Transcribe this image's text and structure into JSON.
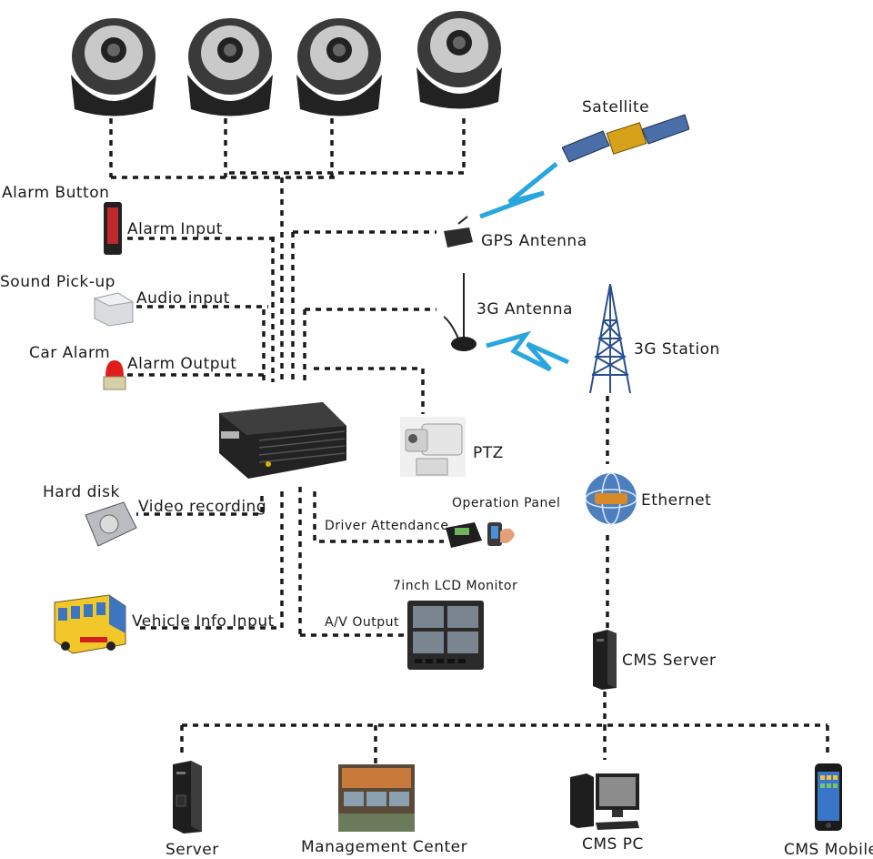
{
  "labels": {
    "satellite": "Satellite",
    "gps_antenna": "GPS Antenna",
    "alarm_button": "Alarm Button",
    "alarm_input": "Alarm Input",
    "sound_pickup": "Sound Pick-up",
    "audio_input": "Audio input",
    "antenna_3g": "3G Antenna",
    "station_3g": "3G Station",
    "car_alarm": "Car Alarm",
    "alarm_output": "Alarm Output",
    "ptz": "PTZ",
    "hard_disk": "Hard disk",
    "video_recording": "Video recording",
    "operation_panel": "Operation Panel",
    "driver_attendance": "Driver Attendance",
    "ethernet": "Ethernet",
    "lcd_monitor": "7inch LCD Monitor",
    "vehicle_info_input": "Vehicle Info Input",
    "av_output": "A/V Output",
    "cms_server": "CMS Server",
    "server": "Server",
    "management_center": "Management Center",
    "cms_pc": "CMS PC",
    "cms_mobile": "CMS Mobile"
  },
  "colors": {
    "line": "#1a1a1a",
    "wireless": "#2aa6df",
    "device_dark": "#2b2b2b"
  }
}
